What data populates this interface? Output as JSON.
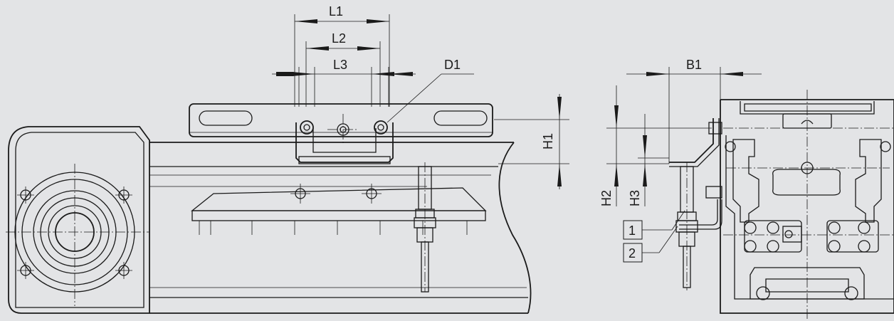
{
  "dimensions": {
    "L1": "L1",
    "L2": "L2",
    "L3": "L3",
    "D1": "D1",
    "H1": "H1",
    "H2": "H2",
    "H3": "H3",
    "B1": "B1"
  },
  "callouts": {
    "item_1": "1",
    "item_2": "2"
  },
  "colors": {
    "background": "#e3e4e6",
    "line": "#1a1a1a"
  }
}
